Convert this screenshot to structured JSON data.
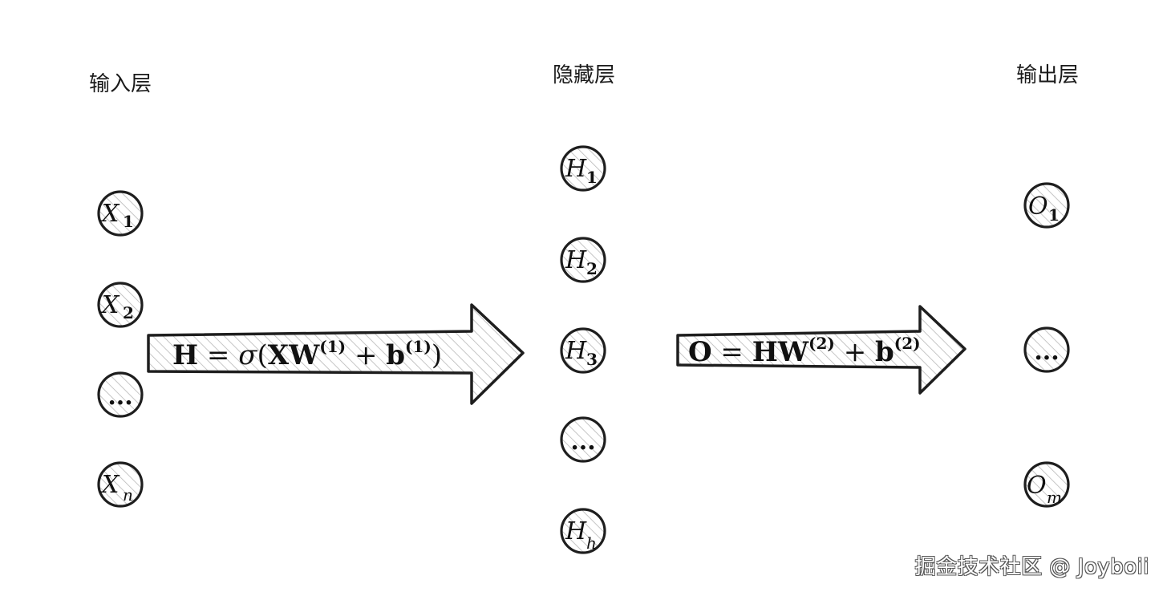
{
  "layers": {
    "input": {
      "title": "输入层",
      "nodes": [
        {
          "type": "var",
          "base": "X",
          "sub": "1",
          "sub_style": "bold"
        },
        {
          "type": "var",
          "base": "X",
          "sub": "2",
          "sub_style": "bold"
        },
        {
          "type": "dots",
          "text": "..."
        },
        {
          "type": "var",
          "base": "X",
          "sub": "n",
          "sub_style": "italic"
        }
      ]
    },
    "hidden": {
      "title": "隐藏层",
      "nodes": [
        {
          "type": "var",
          "base": "H",
          "sub": "1",
          "sub_style": "bold"
        },
        {
          "type": "var",
          "base": "H",
          "sub": "2",
          "sub_style": "bold"
        },
        {
          "type": "var",
          "base": "H",
          "sub": "3",
          "sub_style": "bold"
        },
        {
          "type": "dots",
          "text": "..."
        },
        {
          "type": "var",
          "base": "H",
          "sub": "h",
          "sub_style": "italic"
        }
      ]
    },
    "output": {
      "title": "输出层",
      "nodes": [
        {
          "type": "var",
          "base": "O",
          "sub": "1",
          "sub_style": "bold"
        },
        {
          "type": "dots",
          "text": "..."
        },
        {
          "type": "var",
          "base": "O",
          "sub": "m",
          "sub_style": "italic"
        }
      ]
    }
  },
  "arrows": [
    {
      "formula": "H = σ(XW⁽¹⁾ + b⁽¹⁾)"
    },
    {
      "formula": "O = HW⁽²⁾ + b⁽²⁾"
    }
  ],
  "watermark": "掘金技术社区 @ Joyboii",
  "colors": {
    "stroke": "#1e1e1e",
    "hatch": "#b8b8b8",
    "background": "#ffffff"
  }
}
